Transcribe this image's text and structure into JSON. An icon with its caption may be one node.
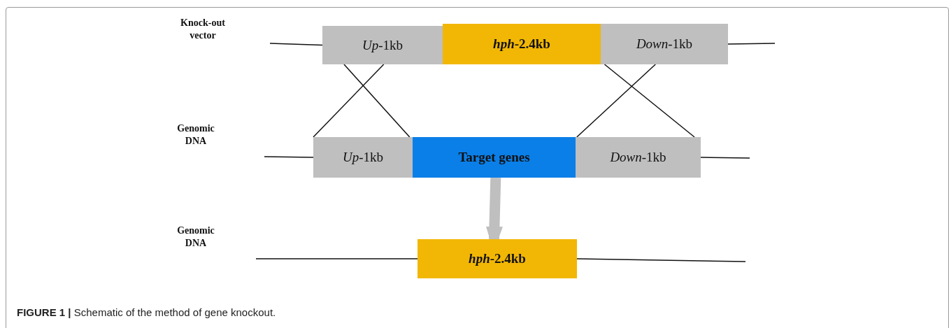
{
  "diagram": {
    "caption": "**FIGURE 1 |** Schematic of the method of gene knockout.",
    "nodes": [
      {
        "text": [
          "*Up*-1kb"
        ]
      },
      {
        "text": [
          "*hph*-2.4kb"
        ]
      },
      {
        "text": [
          "*Down*-1kb"
        ]
      },
      {
        "text": [
          "*Up*-1kb"
        ]
      },
      {
        "text": [
          "Target genes"
        ]
      },
      {
        "text": [
          "*Down*-1kb"
        ]
      },
      {
        "text": [
          "*hph*-2.4kb"
        ]
      }
    ],
    "edges": [
      {
        "from": null,
        "to": 0,
        "arrow": "none"
      },
      {
        "from": 2,
        "to": null,
        "arrow": "none"
      },
      {
        "from": 0,
        "to": 3,
        "arrow": "none"
      },
      {
        "from": 0,
        "to": 3,
        "arrow": "none"
      },
      {
        "from": 2,
        "to": 5,
        "arrow": "none"
      },
      {
        "from": 2,
        "to": 5,
        "arrow": "none"
      },
      {
        "from": null,
        "to": 3,
        "arrow": "none"
      },
      {
        "from": 5,
        "to": null,
        "arrow": "none"
      },
      {
        "from": 4,
        "to": 6,
        "arrow": "to",
        "style": "thick",
        "color": "#bfbfbf"
      },
      {
        "from": null,
        "to": 6,
        "arrow": "none"
      },
      {
        "from": 6,
        "to": null,
        "arrow": "none"
      }
    ],
    "labels": [
      "Knock-out vector",
      "Genomic DNA",
      "Genomic DNA"
    ]
  }
}
